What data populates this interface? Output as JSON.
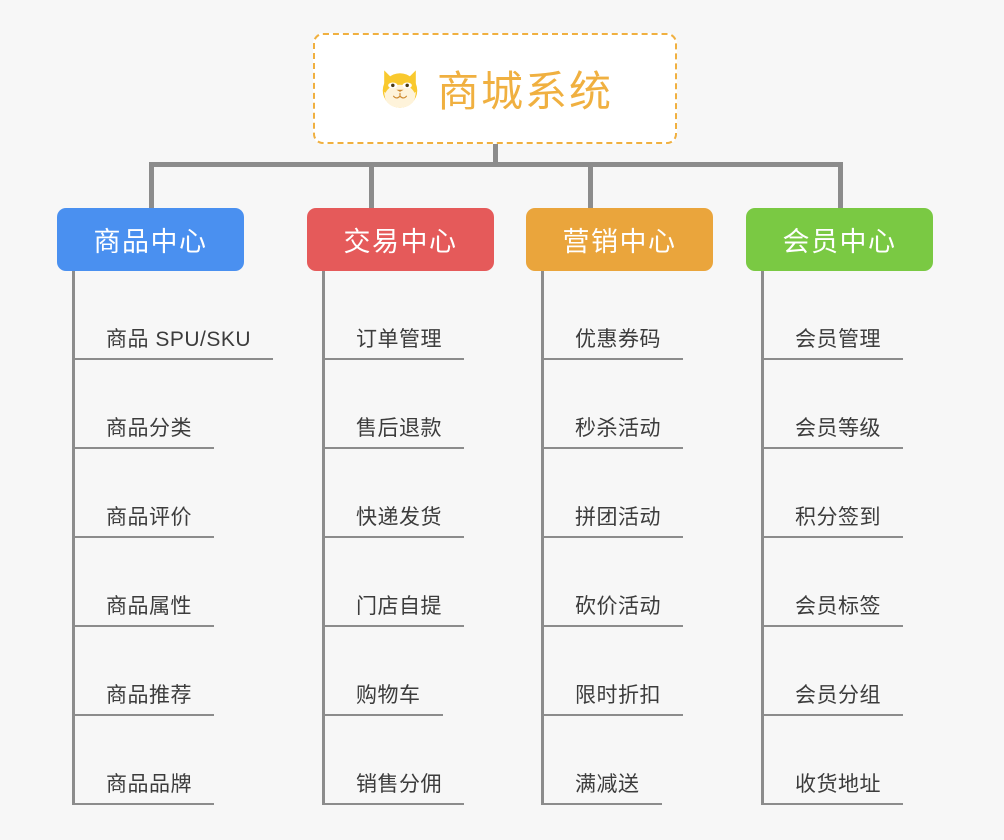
{
  "background_color": "#f7f7f7",
  "root": {
    "icon": "dog-face-icon",
    "title": "商城系统",
    "border_color": "#f0b040",
    "text_color": "#f0b040"
  },
  "connector_color": "#8c8c8c",
  "columns": [
    {
      "key": "product-center",
      "label": "商品中心",
      "color": "#4a90f0",
      "items": [
        "商品 SPU/SKU",
        "商品分类",
        "商品评价",
        "商品属性",
        "商品推荐",
        "商品品牌"
      ]
    },
    {
      "key": "trade-center",
      "label": "交易中心",
      "color": "#e55a5a",
      "items": [
        "订单管理",
        "售后退款",
        "快递发货",
        "门店自提",
        "购物车",
        "销售分佣"
      ]
    },
    {
      "key": "marketing-center",
      "label": "营销中心",
      "color": "#eaa53c",
      "items": [
        "优惠券码",
        "秒杀活动",
        "拼团活动",
        "砍价活动",
        "限时折扣",
        "满减送"
      ]
    },
    {
      "key": "member-center",
      "label": "会员中心",
      "color": "#7ac943",
      "items": [
        "会员管理",
        "会员等级",
        "积分签到",
        "会员标签",
        "会员分组",
        "收货地址"
      ]
    }
  ]
}
